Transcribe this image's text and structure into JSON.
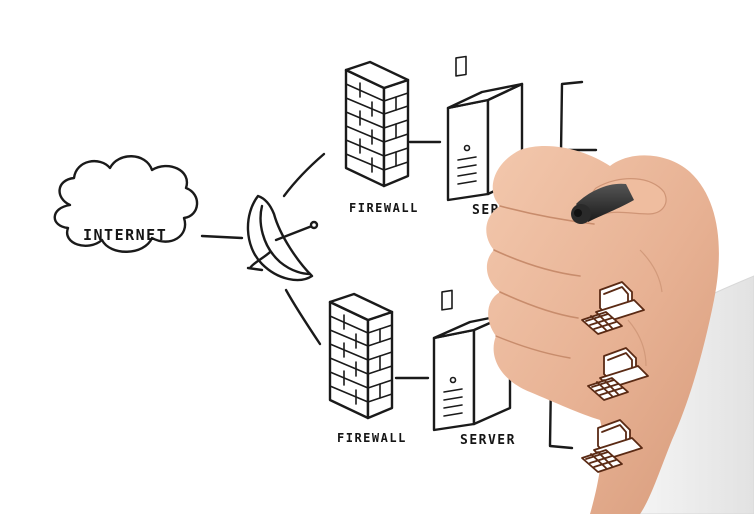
{
  "labels": {
    "internet": "INTERNET",
    "firewall_top": "FIREWALL",
    "server_top": "SERVER",
    "firewall_bottom": "FIREWALL",
    "server_bottom": "SERVER"
  },
  "colors": {
    "ink": "#1a1a1a",
    "computer_ink": "#5a2a14",
    "skin": "#e9b596",
    "background": "#ffffff"
  },
  "icons": {
    "cloud": "cloud-icon",
    "satellite": "satellite-dish-icon",
    "firewall": "brick-wall-icon",
    "server": "server-tower-icon",
    "computer": "desktop-computer-icon",
    "hand": "hand-holding-marker"
  }
}
